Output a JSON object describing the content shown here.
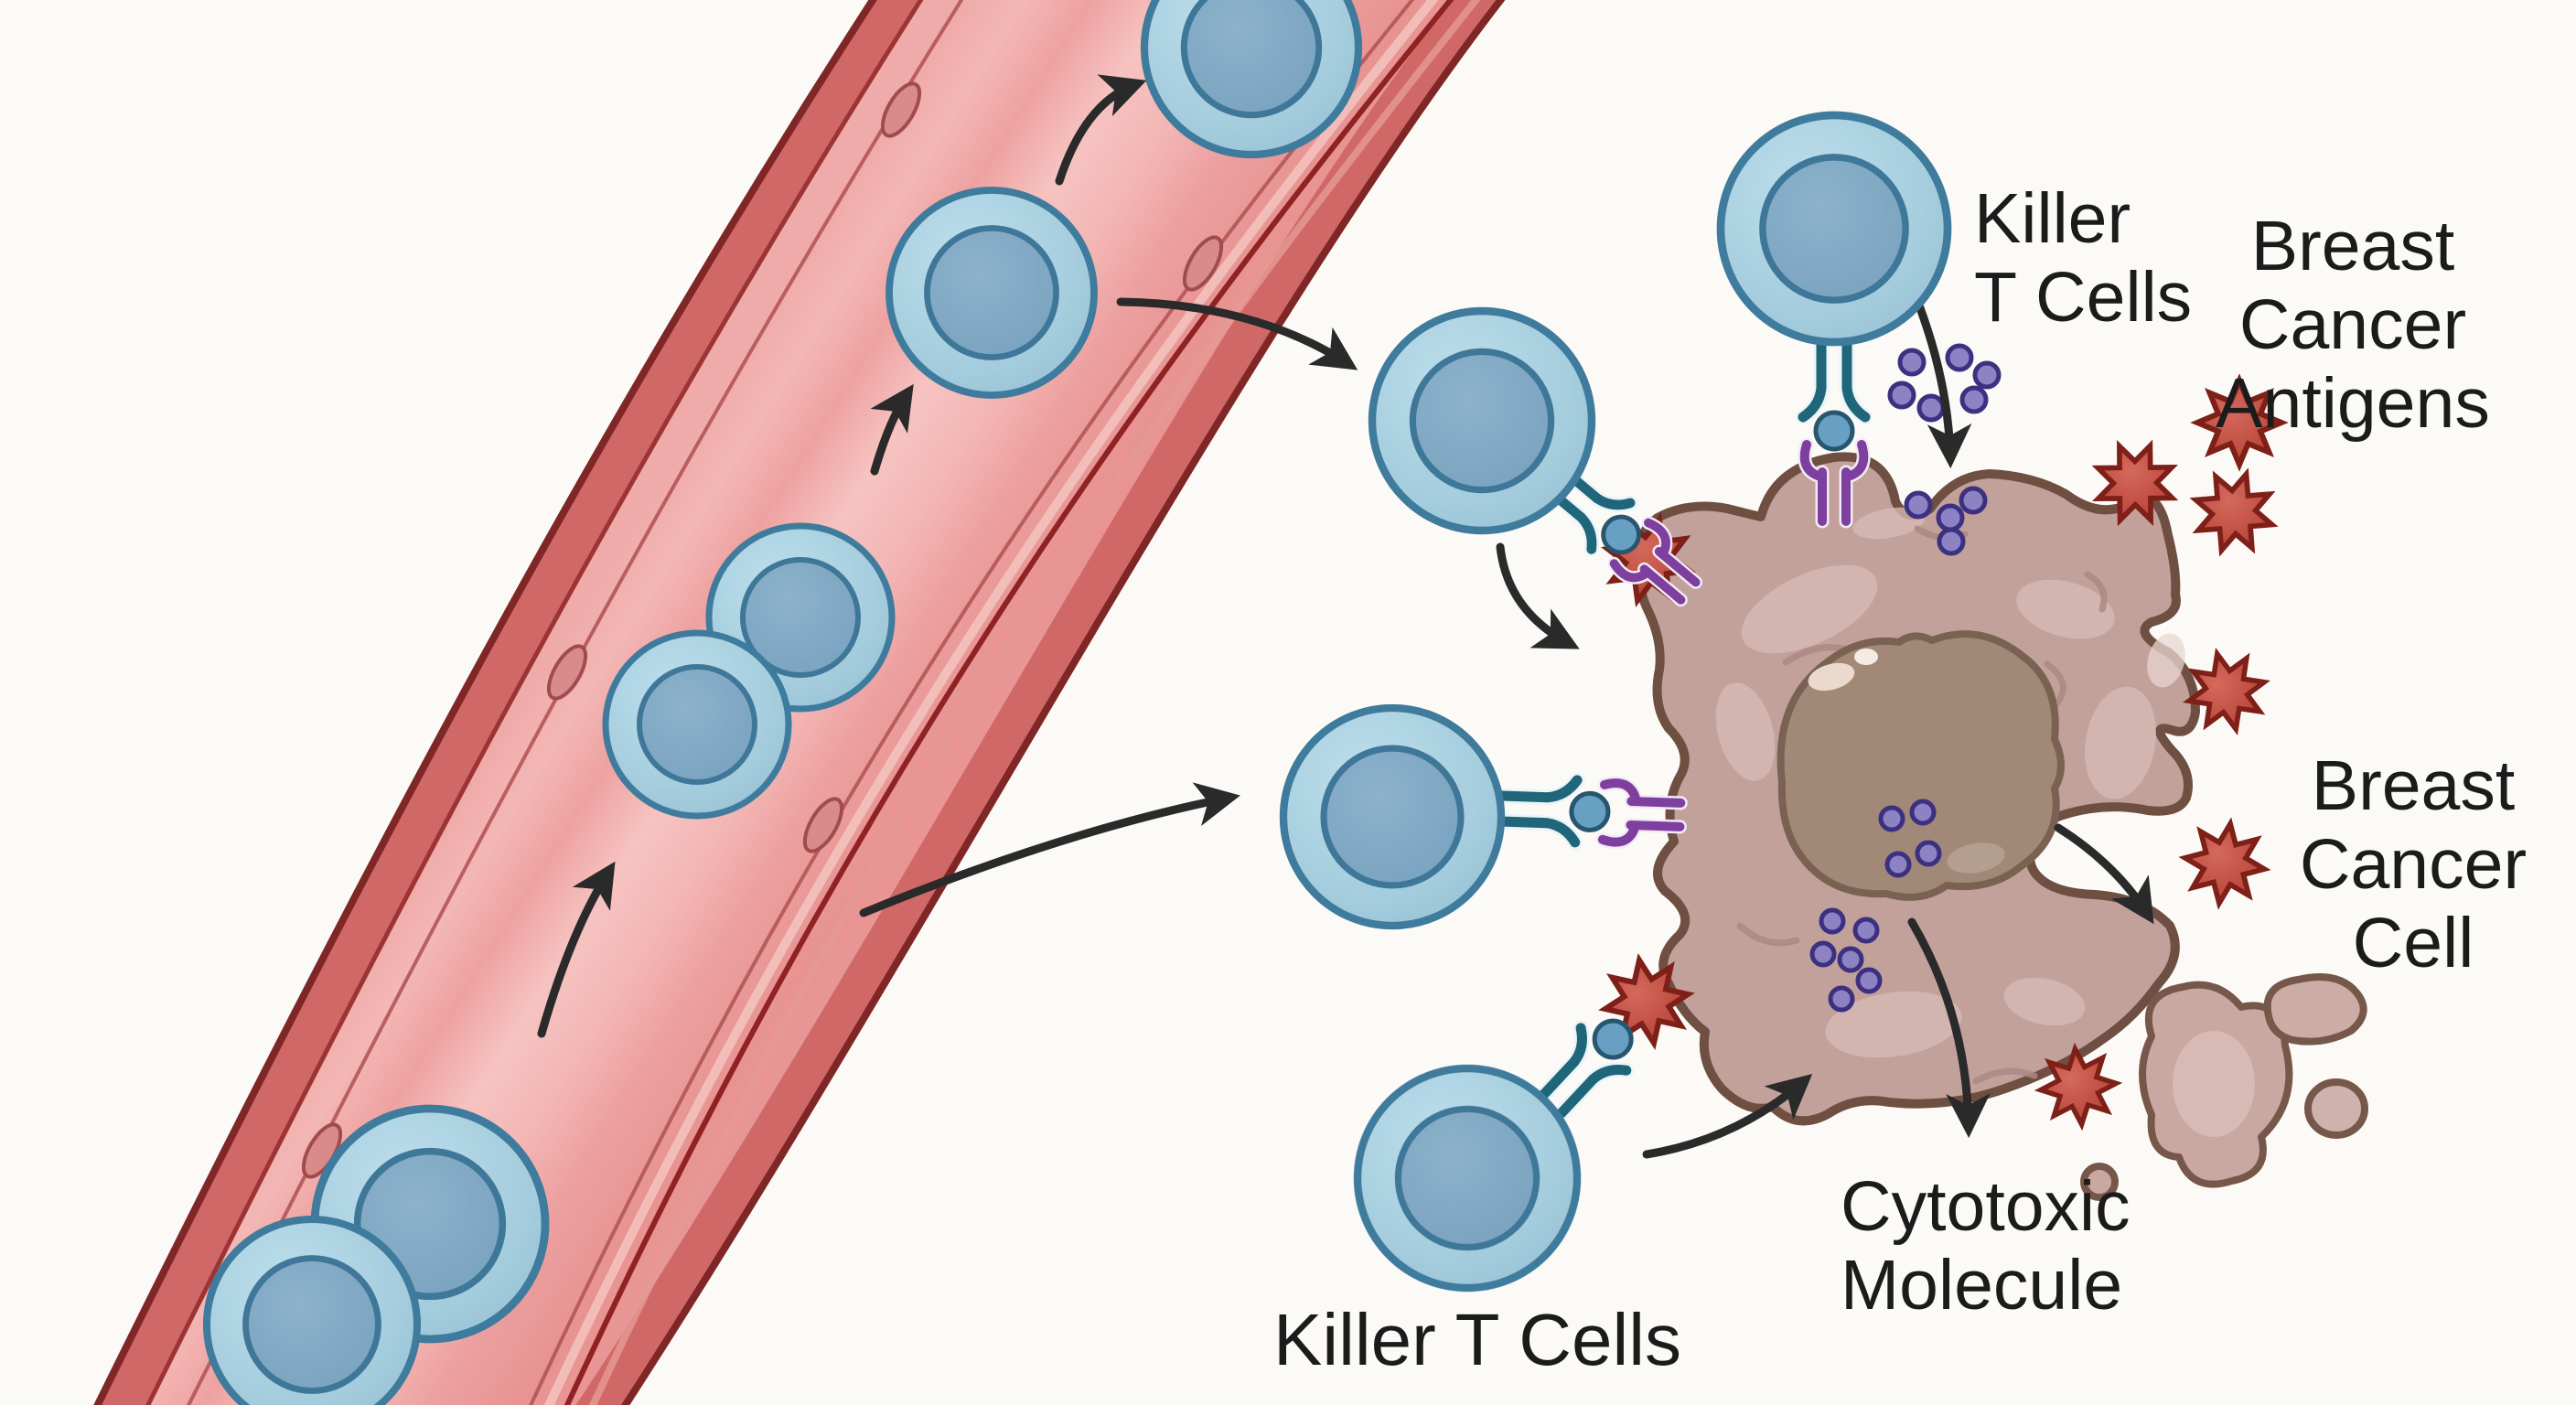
{
  "figure": {
    "type": "biomedical-illustration",
    "subject": "Killer T cells exiting a blood vessel and attacking a breast cancer cell"
  },
  "labels": {
    "killer_t_cells_top": {
      "line1": "Killer",
      "line2": "T Cells"
    },
    "breast_cancer_antigens": {
      "line1": "Breast",
      "line2": "Cancer",
      "line3": "Antigens"
    },
    "breast_cancer_cell": {
      "line1": "Breast",
      "line2": "Cancer",
      "line3": "Cell"
    },
    "cytotoxic_molecule": {
      "line1": "Cytotoxic",
      "line2": "Molecule"
    },
    "killer_t_cells_bottom": {
      "text": "Killer T Cells"
    }
  },
  "entities": {
    "blood_vessel": {
      "wall_color": "#d06868",
      "lumen_color": "#f0abaa",
      "outline_color": "#7f2726"
    },
    "killer_t_cell": {
      "body_color": "#a8cfe1",
      "nucleus_color": "#7fa9c5",
      "outline_color": "#3f7b9c"
    },
    "breast_cancer_cell": {
      "body_color": "#c2a19b",
      "nucleus_color": "#a28876",
      "outline_color": "#6f4f42"
    },
    "antigen_burst": {
      "fill": "#c04a3e",
      "outline": "#7e2018"
    },
    "cytotoxic_molecule_dot": {
      "fill": "#8d82c4",
      "outline": "#3c3180"
    },
    "t_cell_receptor": {
      "color": "#20667a"
    },
    "mhc_receptor": {
      "color": "#7e3f9e"
    },
    "arrow_color": "#2a2a2a"
  }
}
